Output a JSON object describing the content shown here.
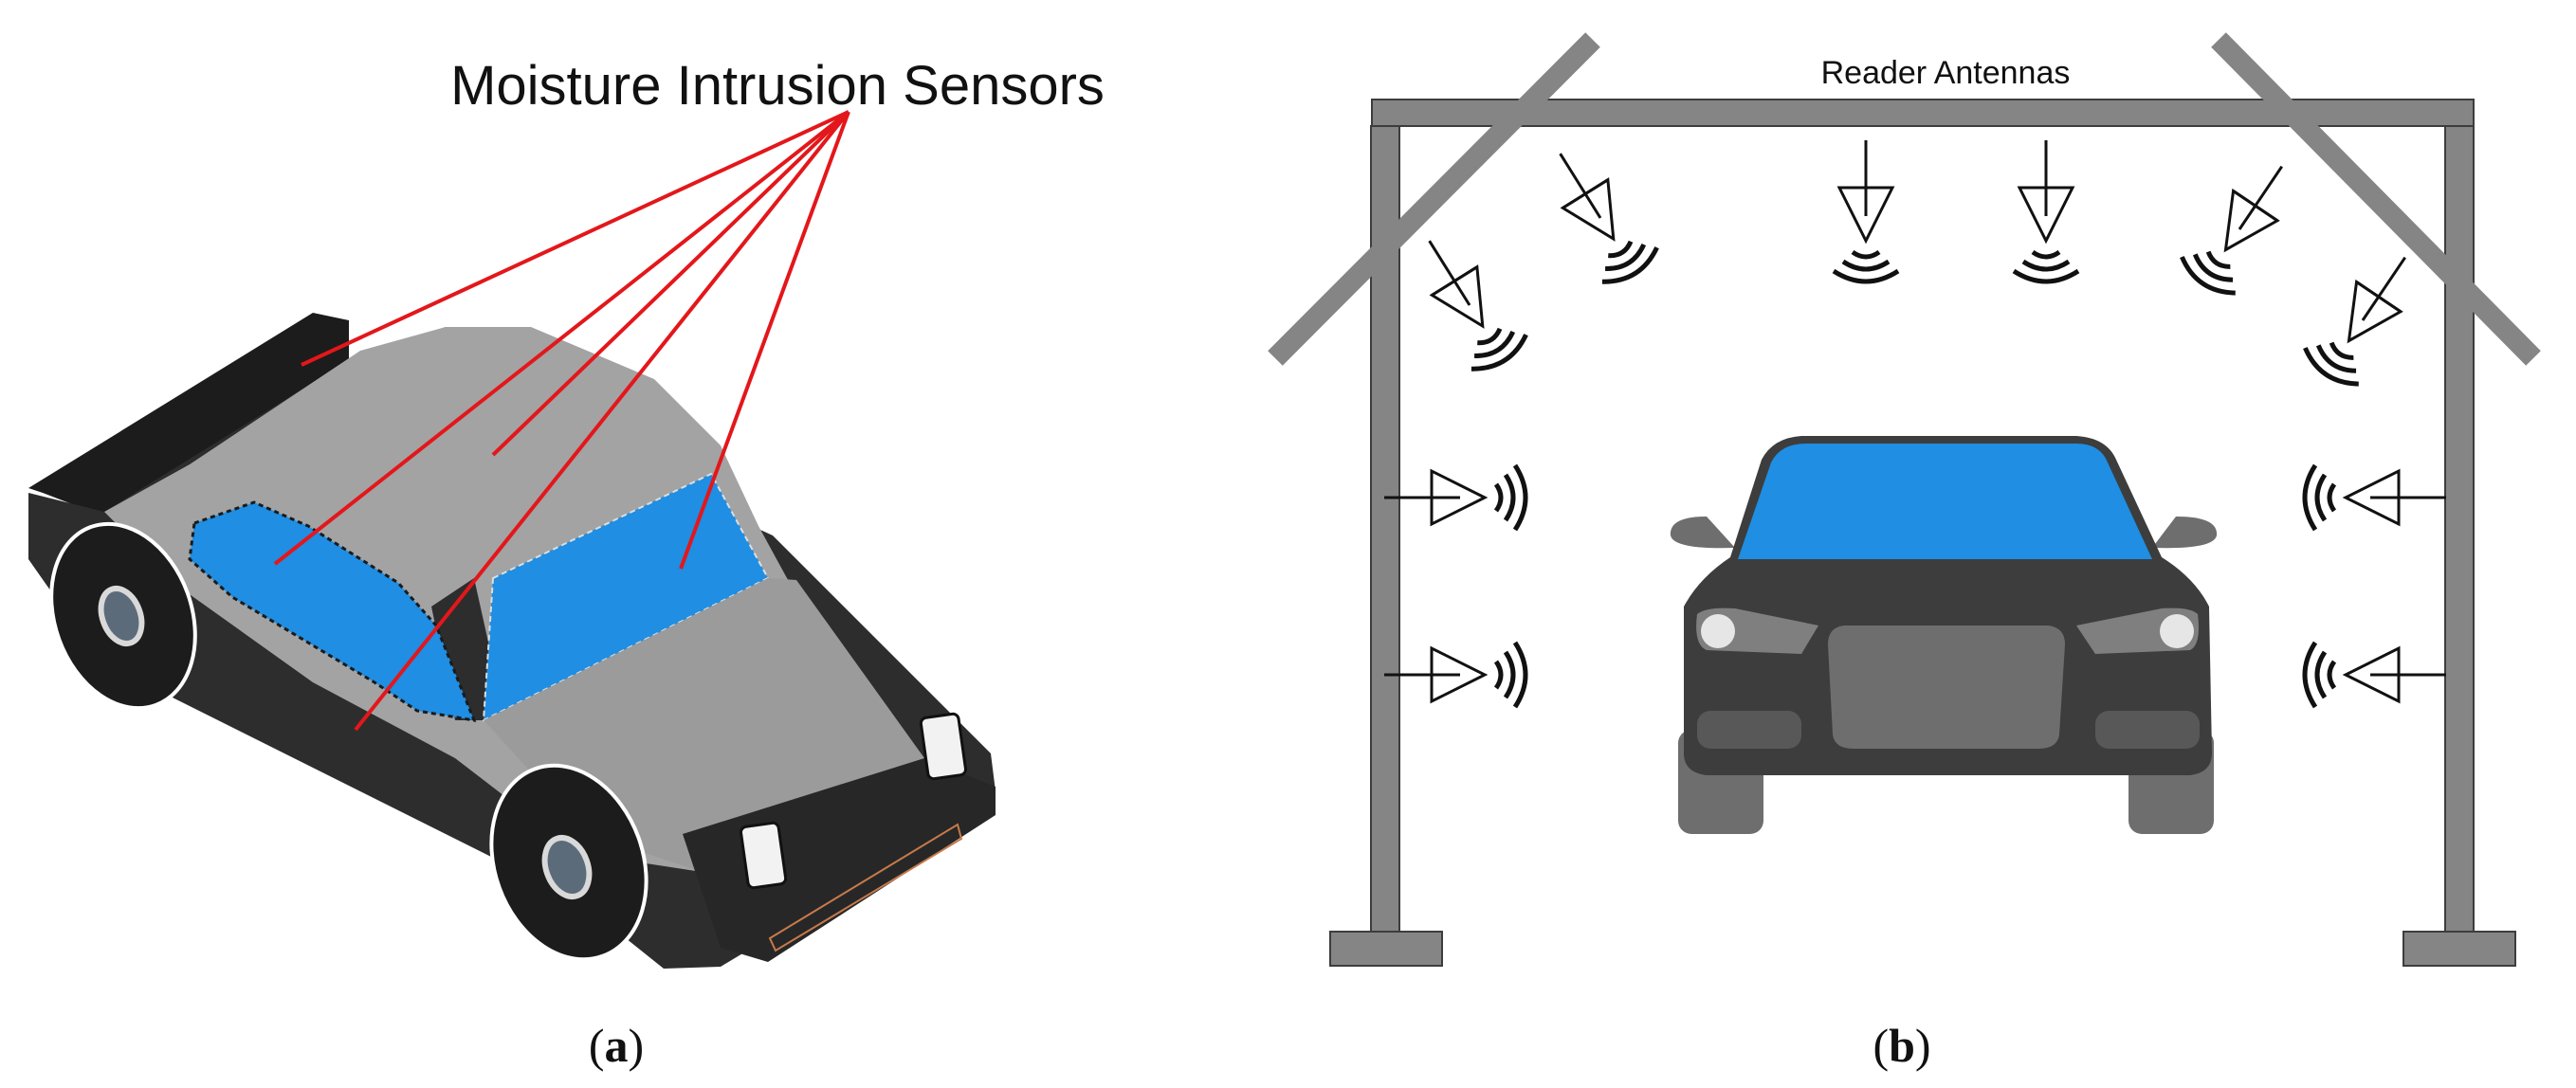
{
  "panel_a": {
    "callout_label": "Moisture Intrusion Sensors",
    "caption_open": "(",
    "caption_letter": "a",
    "caption_close": ")"
  },
  "panel_b": {
    "callout_label": "Reader Antennas",
    "caption_open": "(",
    "caption_letter": "b",
    "caption_close": ")"
  },
  "colors": {
    "sensor_line": "#e3171b",
    "glass": "#1f8ee3",
    "car_body": "#2d2d2d",
    "roof_gray": "#a3a3a3",
    "frame_gray": "#858585"
  },
  "icons": {
    "antenna": "antenna-icon",
    "signal_waves": "signal-waves-icon"
  }
}
